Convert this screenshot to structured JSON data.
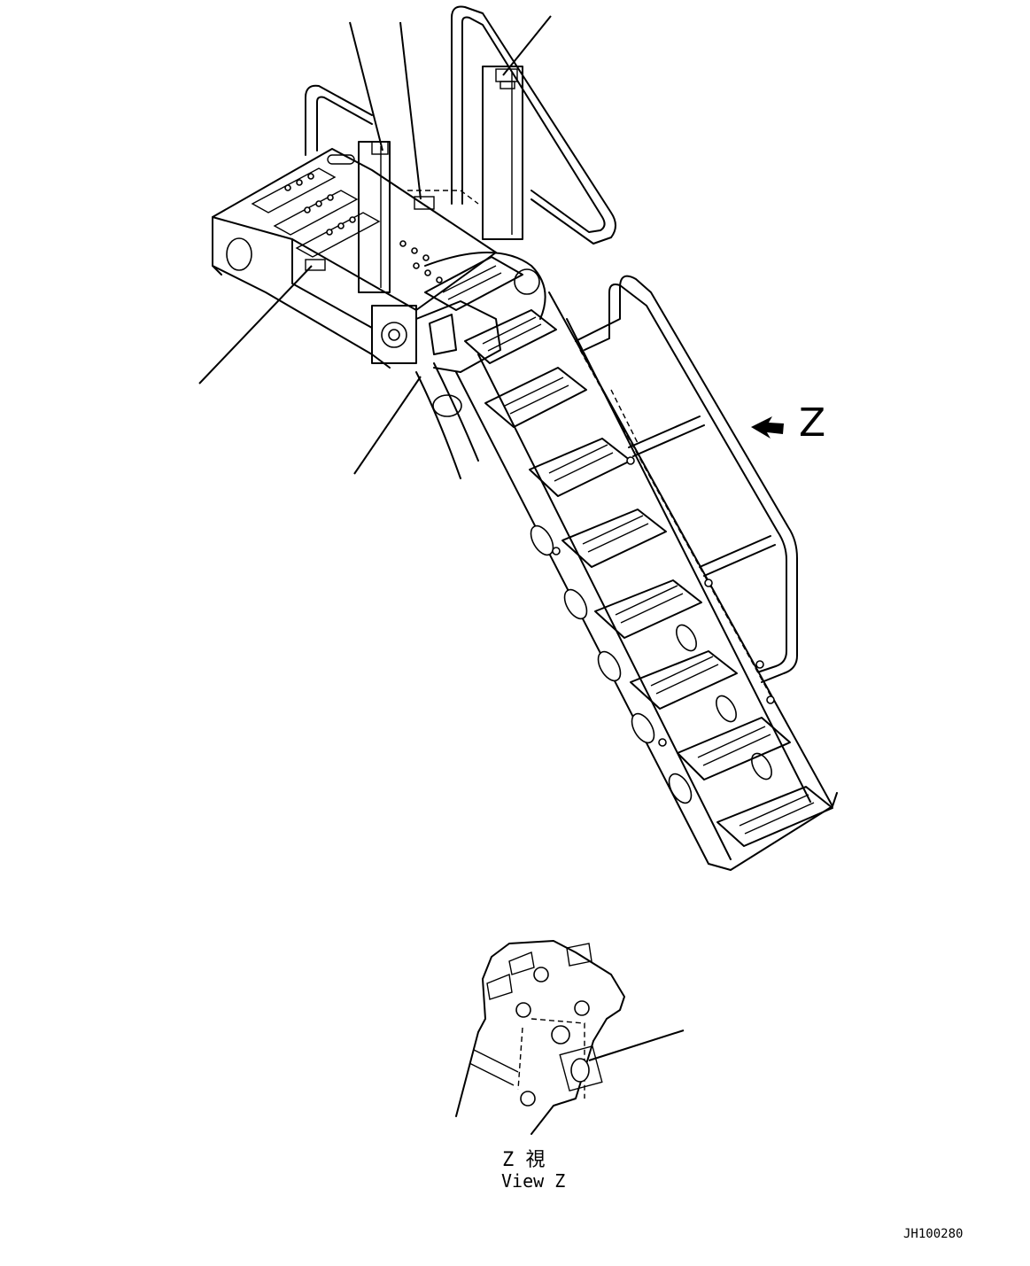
{
  "view_marker": "Z",
  "view_caption_jp": "Z 視",
  "view_caption_en": "View Z",
  "drawing_id": "JH100280"
}
